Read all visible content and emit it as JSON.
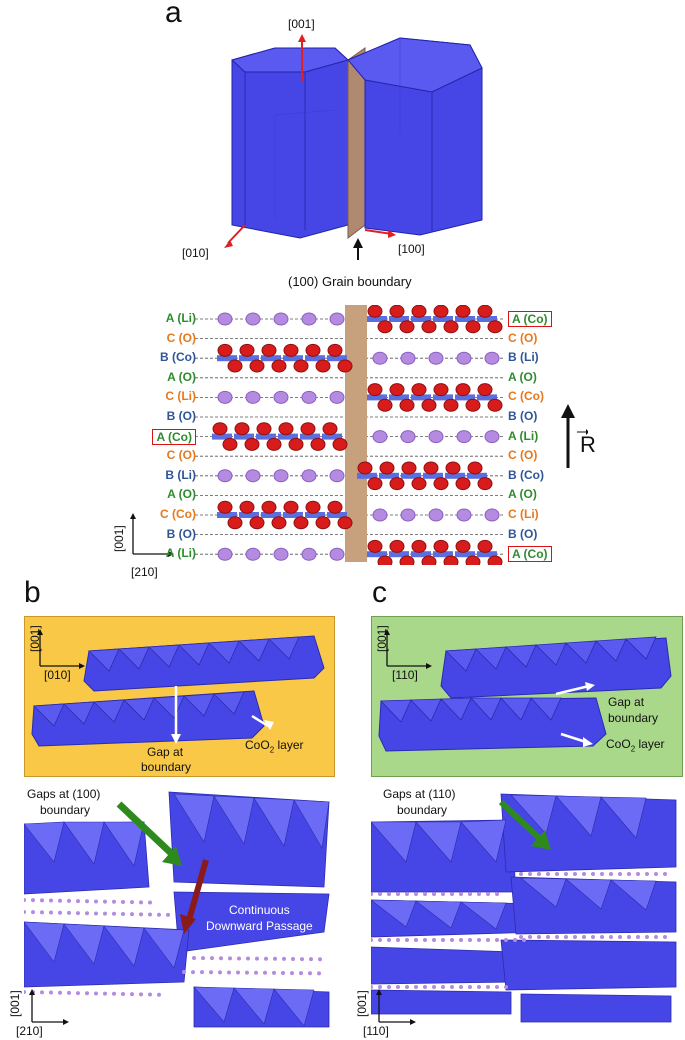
{
  "panel_a": {
    "letter": "a",
    "dir_001": "[001]",
    "dir_010": "[010]",
    "dir_100": "[100]",
    "grain_boundary": "(100) Grain boundary",
    "left_layers": [
      "A (Li)",
      "C (O)",
      "B (Co)",
      "A (O)",
      "C (Li)",
      "B (O)",
      "A (Co)",
      "C (O)",
      "B (Li)",
      "A (O)",
      "C (Co)",
      "B (O)",
      "A (Li)"
    ],
    "right_layers": [
      "A (Co)",
      "C (O)",
      "B (Li)",
      "A (O)",
      "C (Co)",
      "B (O)",
      "A (Li)",
      "C (O)",
      "B (Co)",
      "A (O)",
      "C (Li)",
      "B (O)",
      "A (Co)"
    ],
    "axis_v": "[001]",
    "axis_h": "[210]",
    "r_label": "R",
    "layer_colors": {
      "A": "#2e8b2e",
      "C": "#e6791e",
      "B": "#2f5597"
    }
  },
  "panel_b": {
    "letter": "b",
    "axis_v": "[001]",
    "axis_h": "[010]",
    "gap_label_1": "Gap at",
    "gap_label_2": "boundary",
    "coo2_label": "CoO",
    "coo2_sub": "2",
    "coo2_tail": " layer",
    "gaps_1": "Gaps at (100)",
    "gaps_2": "boundary",
    "passage_1": "Continuous",
    "passage_2": "Downward Passage",
    "axis_v2": "[001]",
    "axis_h2": "[210]",
    "bg_color": "#f9c846"
  },
  "panel_c": {
    "letter": "c",
    "axis_v": "[001]",
    "axis_h": "[110]",
    "gap_label_1": "Gap at",
    "gap_label_2": "boundary",
    "coo2_label": "CoO",
    "coo2_sub": "2",
    "coo2_tail": " layer",
    "gaps_1": "Gaps at (110)",
    "gaps_2": "boundary",
    "axis_v2": "[001]",
    "axis_h2": "[110]",
    "bg_color": "#a9d88a"
  }
}
